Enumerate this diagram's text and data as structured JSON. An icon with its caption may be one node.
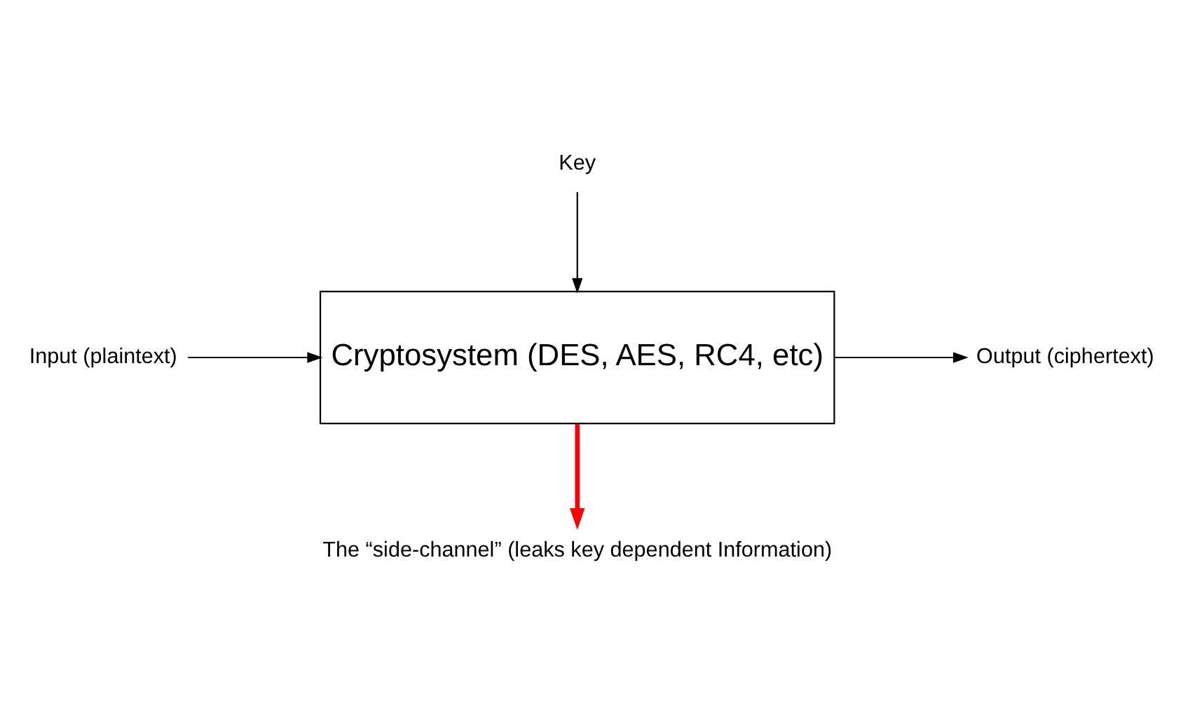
{
  "diagram": {
    "nodes": [
      {
        "text": [
          "Key"
        ]
      },
      {
        "text": [
          "Cryptosystem (DES, AES, RC4, etc)"
        ]
      },
      {
        "text": [
          "Input (plaintext)"
        ]
      },
      {
        "text": [
          "Output (ciphertext)"
        ]
      },
      {
        "text": [
          "The “side-channel” (leaks key dependent Information)"
        ]
      }
    ],
    "edges": [
      {
        "from": 0,
        "to": 1,
        "arrow": "to"
      },
      {
        "from": 2,
        "to": 1,
        "arrow": "to"
      },
      {
        "from": 1,
        "to": 3,
        "arrow": "to"
      },
      {
        "from": 1,
        "to": 4,
        "arrow": "to",
        "style": "thick",
        "color": "#ff0000"
      }
    ]
  }
}
